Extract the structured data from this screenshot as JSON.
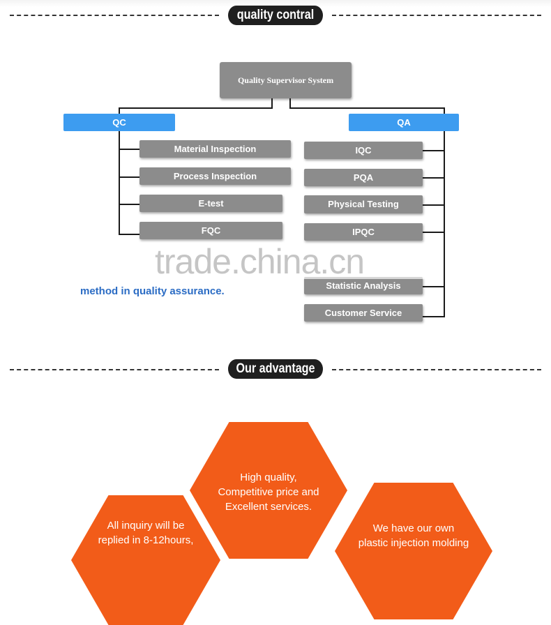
{
  "sections": {
    "quality_title": "quality contral",
    "advantage_title": "Our advantage"
  },
  "org_chart": {
    "root": "Quality Supervisor System",
    "qc": {
      "label": "QC",
      "items": [
        "Material Inspection",
        "Process Inspection",
        "E-test",
        "FQC"
      ]
    },
    "qa": {
      "label": "QA",
      "items": [
        "IQC",
        "PQA",
        "Physical Testing",
        "IPQC",
        "Statistic Analysis",
        "Customer Service"
      ]
    },
    "note": "method in quality assurance."
  },
  "watermark": "trade.china.cn",
  "advantages": [
    {
      "text": "High quality,\nCompetitive price and\nExcellent services."
    },
    {
      "text": "All inquiry will be\nreplied in 8-12hours,"
    },
    {
      "text": "We have our own\nplastic injection molding"
    }
  ],
  "colors": {
    "pill": "#1f1f1f",
    "box_gray": "#8c8c8c",
    "box_blue": "#3d9cf0",
    "hex_orange": "#f25c19",
    "note_blue": "#2b6cc4"
  }
}
